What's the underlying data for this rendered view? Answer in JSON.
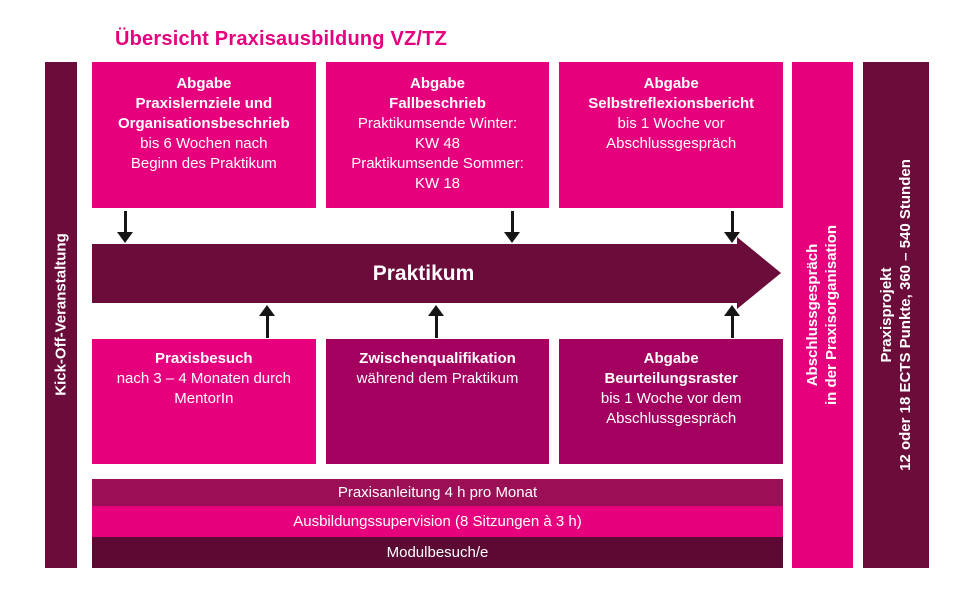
{
  "title": "Übersicht Praxisausbildung VZ/TZ",
  "colors": {
    "pink": "#E6007E",
    "medium": "#A3005F",
    "dark": "#6B0C3B",
    "darkest": "#5C0A33",
    "bar_medium": "#9B0F56",
    "arrow_black": "#161616"
  },
  "left_bar": {
    "lines": [
      {
        "text": "Kick-Off-Veranstaltung",
        "bold": true
      }
    ]
  },
  "top_boxes": [
    {
      "lines": [
        {
          "text": "Abgabe",
          "bold": true
        },
        {
          "text": "Praxislernziele und",
          "bold": true
        },
        {
          "text": "Organisationsbeschrieb",
          "bold": true
        },
        {
          "text": "bis 6 Wochen nach",
          "bold": false
        },
        {
          "text": "Beginn des Praktikum",
          "bold": false
        }
      ]
    },
    {
      "lines": [
        {
          "text": "Abgabe",
          "bold": true
        },
        {
          "text": "Fallbeschrieb",
          "bold": true
        },
        {
          "text": "Praktikumsende Winter:",
          "bold": false
        },
        {
          "text": "KW 48",
          "bold": false
        },
        {
          "text": "Praktikumsende Sommer:",
          "bold": false
        },
        {
          "text": "KW 18",
          "bold": false
        }
      ]
    },
    {
      "lines": [
        {
          "text": "Abgabe",
          "bold": true
        },
        {
          "text": "Selbstreflexionsbericht",
          "bold": true
        },
        {
          "text": "bis 1 Woche vor",
          "bold": false
        },
        {
          "text": "Abschlussgespräch",
          "bold": false
        }
      ]
    }
  ],
  "banner": {
    "label": "Praktikum"
  },
  "bottom_boxes": [
    {
      "lines": [
        {
          "text": "Praxisbesuch",
          "bold": true
        },
        {
          "text": "nach 3 – 4 Monaten durch",
          "bold": false
        },
        {
          "text": "MentorIn",
          "bold": false
        }
      ]
    },
    {
      "lines": [
        {
          "text": "Zwischenqualifikation",
          "bold": true
        },
        {
          "text": "während dem Praktikum",
          "bold": false
        }
      ]
    },
    {
      "lines": [
        {
          "text": "Abgabe",
          "bold": true
        },
        {
          "text": "Beurteilungsraster",
          "bold": true
        },
        {
          "text": "bis 1 Woche vor dem",
          "bold": false
        },
        {
          "text": "Abschlussgespräch",
          "bold": false
        }
      ]
    }
  ],
  "bottom_bars": [
    {
      "label": "Praxisanleitung 4 h pro Monat"
    },
    {
      "label": "Ausbildungssupervision (8 Sitzungen à 3 h)"
    },
    {
      "label": "Modulbesuch/e"
    }
  ],
  "right_bars": [
    {
      "lines": [
        {
          "text": "Abschlussgespräch",
          "bold": true
        },
        {
          "text": "in der Praxisorganisation",
          "bold": true
        }
      ]
    },
    {
      "lines": [
        {
          "text": "Praxisprojekt",
          "bold": true
        },
        {
          "text": "12 oder 18 ECTS Punkte, 360 – 540 Stunden",
          "bold": true
        }
      ]
    }
  ]
}
